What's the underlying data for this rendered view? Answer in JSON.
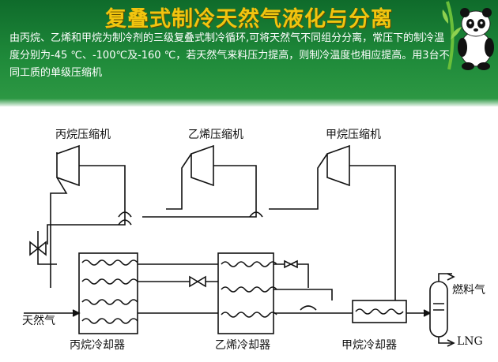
{
  "slide": {
    "title": "复叠式制冷天然气液化与分离",
    "description": "由丙烷、乙烯和甲烷为制冷剂的三级复叠式制冷循环,可将天然气不同组分分离，常压下的制冷温度分别为-45 ℃、-100℃及-160 ℃，若天然气来料压力提高，则制冷温度也相应提高。用3台不同工质的单级压缩机"
  },
  "diagram": {
    "labels": {
      "propane_compressor": "丙烷压缩机",
      "ethylene_compressor": "乙烯压缩机",
      "methane_compressor": "甲烷压缩机",
      "natural_gas_in": "天然气",
      "propane_cooler": "丙烷冷却器",
      "ethylene_cooler": "乙烯冷却器",
      "methane_cooler": "甲烷冷却器",
      "fuel_gas": "燃料气",
      "lng": "LNG"
    }
  },
  "colors": {
    "header_green": "#1f8a3a",
    "title_gold": "#f1c40f"
  }
}
